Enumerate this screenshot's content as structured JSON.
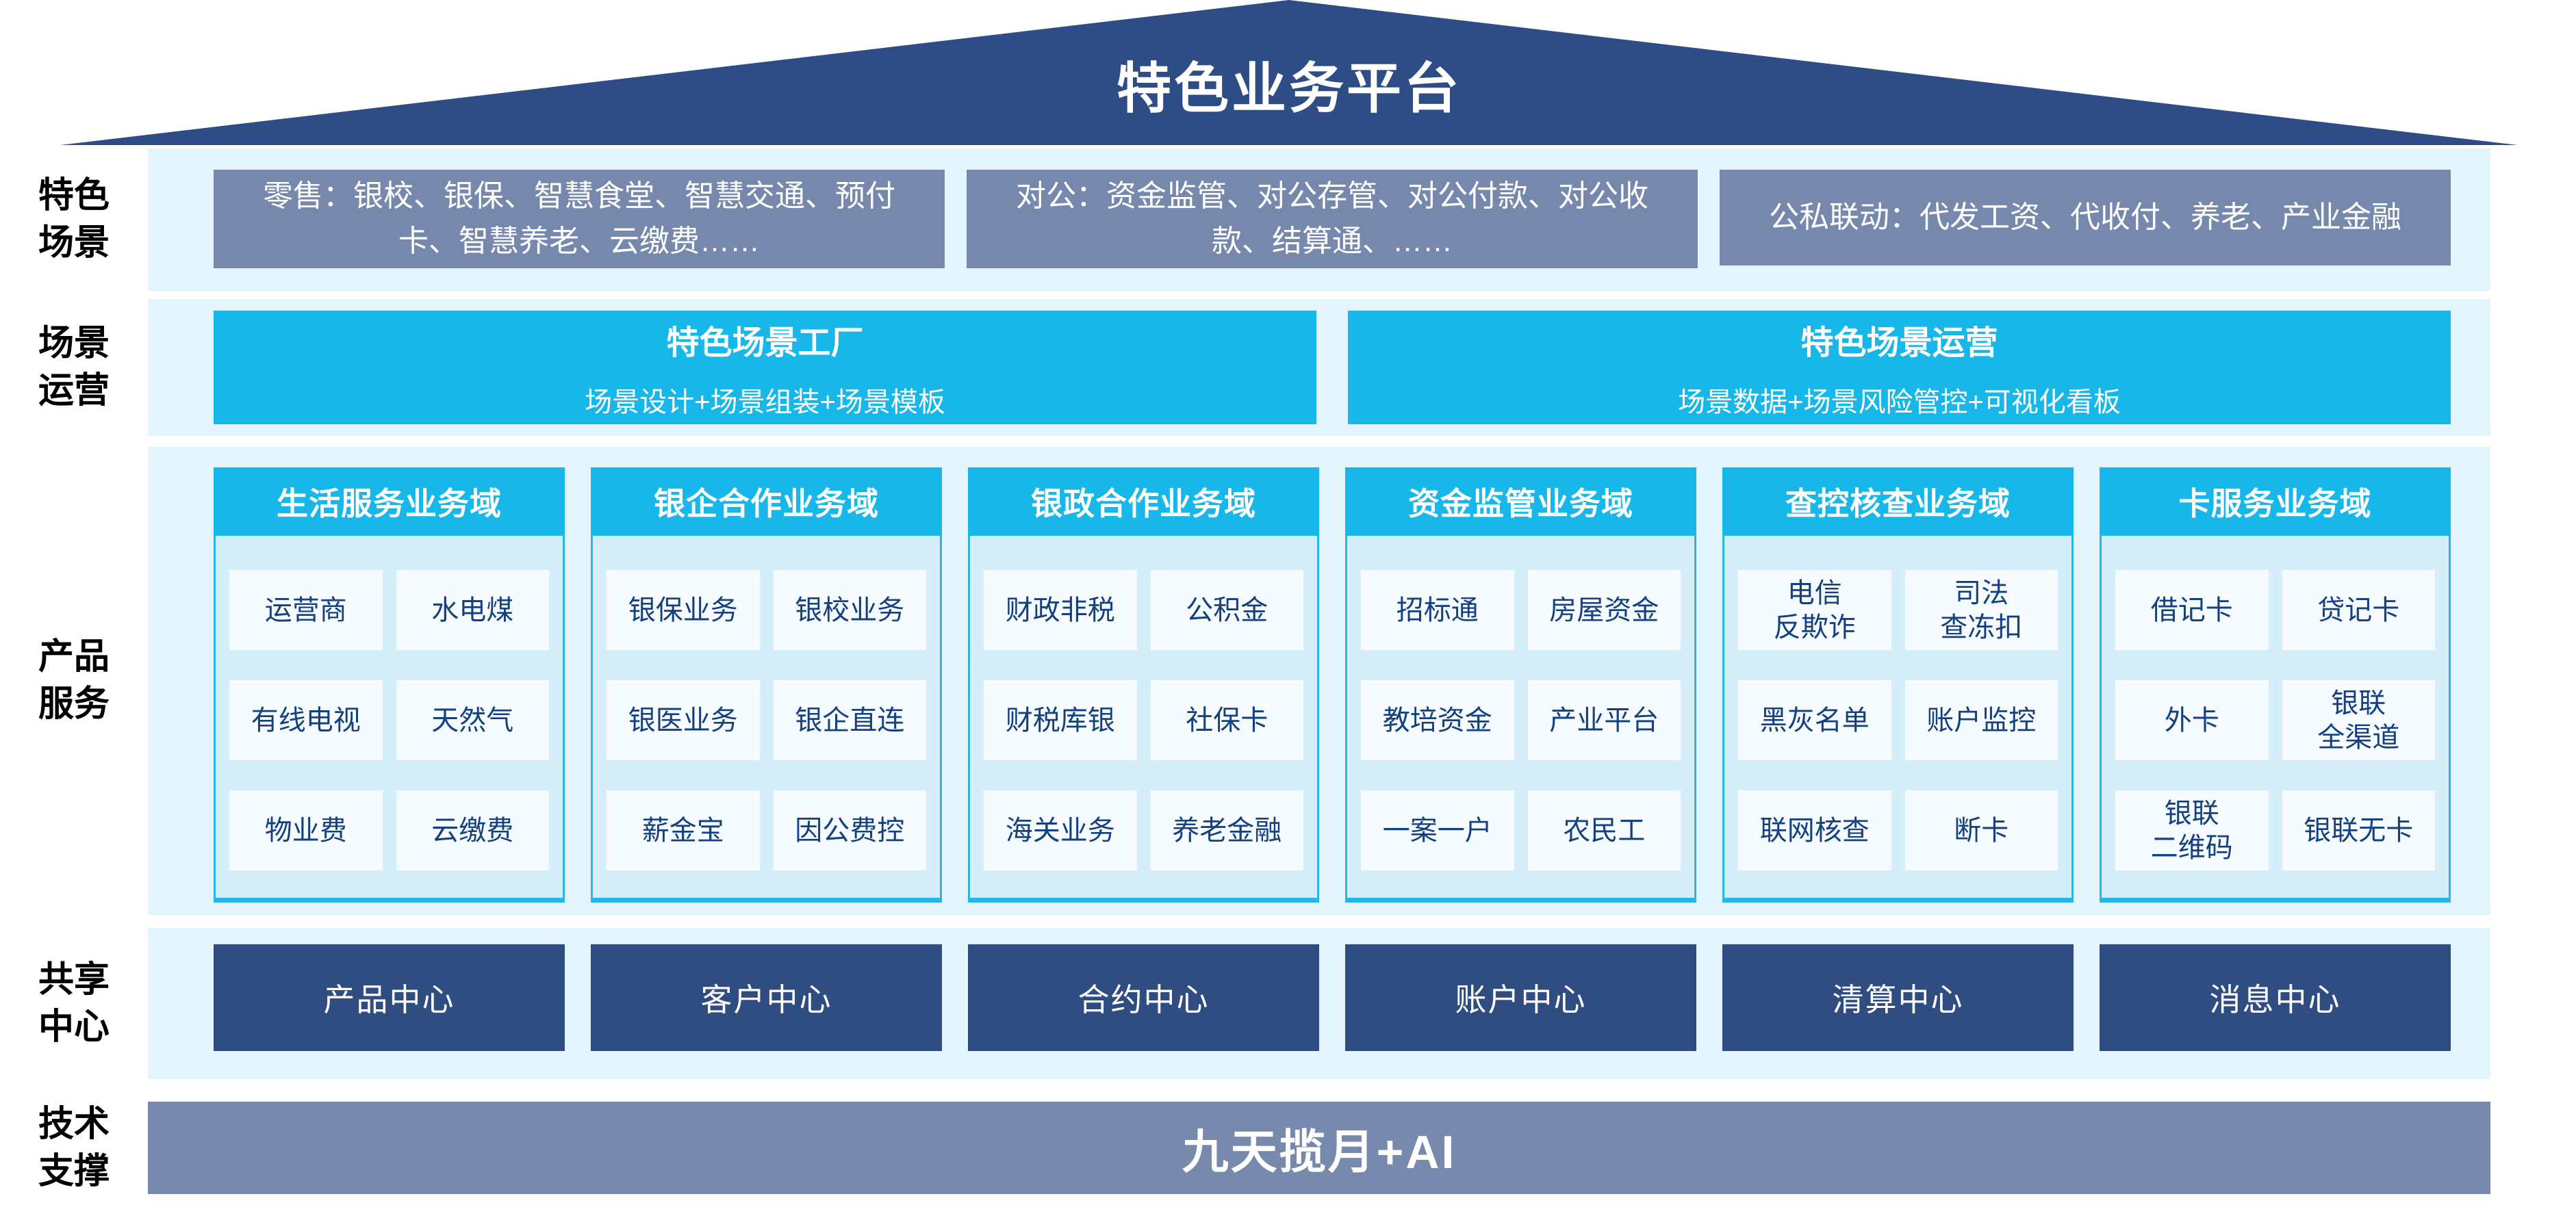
{
  "colors": {
    "roof_navy": "#2E4D86",
    "slate": "#7689AD",
    "band_bg": "#E3F4FC",
    "cyan": "#17B7EA",
    "column_body": "#D5EEFA",
    "column_border": "#29B6E6",
    "cell_bg": "#F5FBFF",
    "cell_text": "#14407F",
    "center_navy": "#2F4D80",
    "tech_slate": "#7889AE"
  },
  "roof": {
    "title": "特色业务平台"
  },
  "scenes": {
    "label": "特色\n场景",
    "boxes": [
      "零售：银校、银保、智慧食堂、智慧交通、预付卡、智慧养老、云缴费……",
      "对公：资金监管、对公存管、对公付款、对公收款、结算通、……",
      "公私联动：代发工资、代收付、养老、产业金融"
    ]
  },
  "operations": {
    "label": "场景\n运营",
    "boxes": [
      {
        "title": "特色场景工厂",
        "subtitle": "场景设计+场景组装+场景模板"
      },
      {
        "title": "特色场景运营",
        "subtitle": "场景数据+场景风险管控+可视化看板"
      }
    ]
  },
  "products": {
    "label": "产品\n服务",
    "columns": [
      {
        "header": "生活服务业务域",
        "cells": [
          "运营商",
          "水电煤",
          "有线电视",
          "天然气",
          "物业费",
          "云缴费"
        ]
      },
      {
        "header": "银企合作业务域",
        "cells": [
          "银保业务",
          "银校业务",
          "银医业务",
          "银企直连",
          "薪金宝",
          "因公费控"
        ]
      },
      {
        "header": "银政合作业务域",
        "cells": [
          "财政非税",
          "公积金",
          "财税库银",
          "社保卡",
          "海关业务",
          "养老金融"
        ]
      },
      {
        "header": "资金监管业务域",
        "cells": [
          "招标通",
          "房屋资金",
          "教培资金",
          "产业平台",
          "一案一户",
          "农民工"
        ]
      },
      {
        "header": "查控核查业务域",
        "cells": [
          "电信\n反欺诈",
          "司法\n查冻扣",
          "黑灰名单",
          "账户监控",
          "联网核查",
          "断卡"
        ]
      },
      {
        "header": "卡服务业务域",
        "cells": [
          "借记卡",
          "贷记卡",
          "外卡",
          "银联\n全渠道",
          "银联\n二维码",
          "银联无卡"
        ]
      }
    ]
  },
  "centers": {
    "label": "共享\n中心",
    "boxes": [
      "产品中心",
      "客户中心",
      "合约中心",
      "账户中心",
      "清算中心",
      "消息中心"
    ]
  },
  "tech": {
    "label": "技术\n支撑",
    "bar": "九天揽月+AI"
  }
}
